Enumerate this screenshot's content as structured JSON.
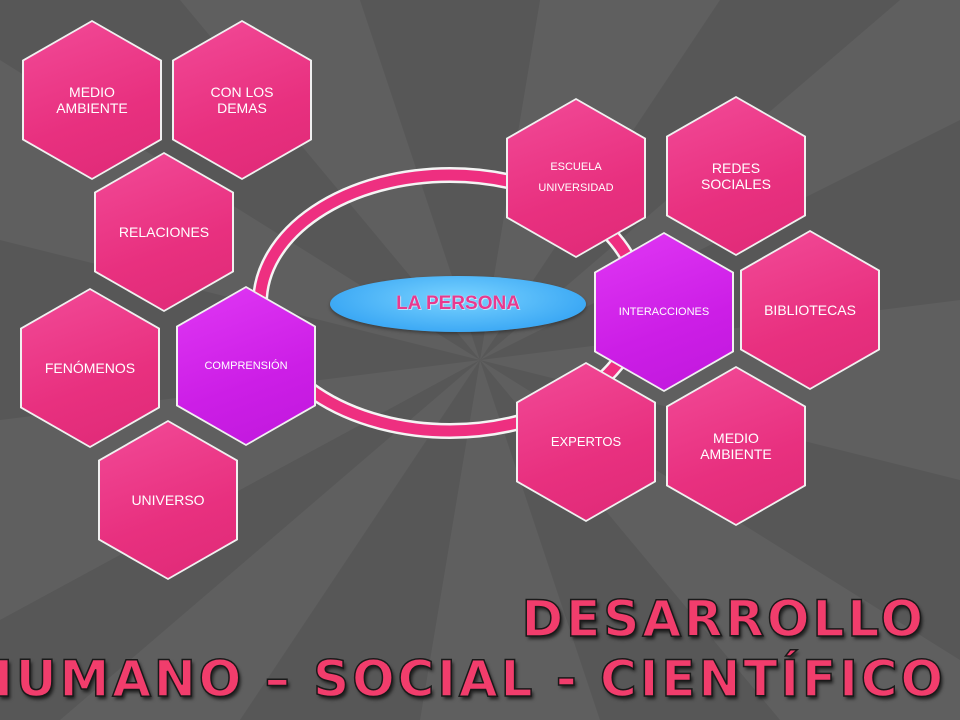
{
  "center": {
    "label": "LA PERSONA"
  },
  "left_cluster": {
    "medio_ambiente": "MEDIO AMBIENTE",
    "con_los_demas": "CON LOS DEMAS",
    "relaciones": "RELACIONES",
    "fenomenos": "FENÓMENOS",
    "comprension": "COMPRENSIÓN",
    "universo": "UNIVERSO"
  },
  "right_cluster": {
    "escuela": "ESCUELA",
    "universidad": "UNIVERSIDAD",
    "redes_sociales": "REDES SOCIALES",
    "interacciones": "INTERACCIONES",
    "bibliotecas": "BIBLIOTECAS",
    "expertos": "EXPERTOS",
    "medio_ambiente": "MEDIO AMBIENTE"
  },
  "title": {
    "line1": "DESARROLLO",
    "line2": "HUMANO – SOCIAL - CIENTÍFICO"
  },
  "colors": {
    "background": "#5f5f5f",
    "hex_pink": "#e8307f",
    "hex_purple": "#cc1ee6",
    "ring": "#ee2f80",
    "center_oval": "#3eaaf5",
    "title": "#f13d6c"
  }
}
